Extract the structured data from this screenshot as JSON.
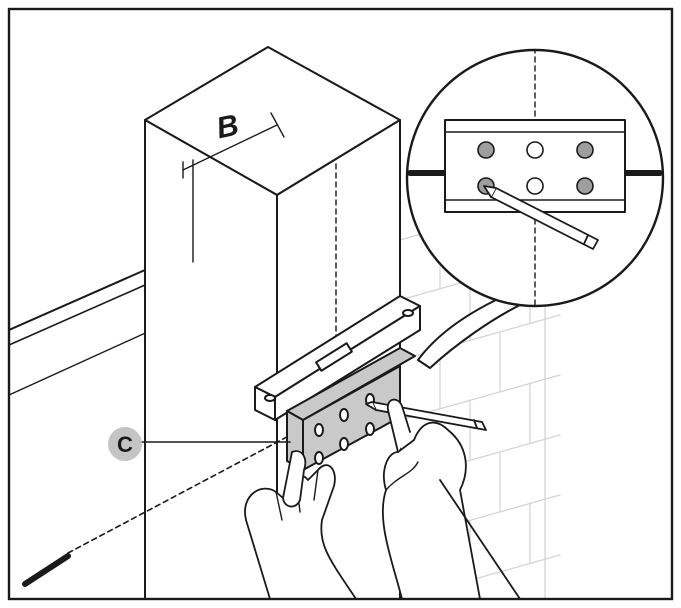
{
  "figure": {
    "labels": {
      "dimension": "B",
      "callout": "C"
    },
    "colors": {
      "stroke": "#1a1a1a",
      "bracket_fill": "#c9c9c9",
      "callout_fill": "#c4c4c4",
      "hole_filled": "#9e9e9e",
      "brick_line": "#d2d2d2",
      "background": "#ffffff"
    },
    "detail_inset": {
      "hole_rows": [
        [
          "filled",
          "empty",
          "filled"
        ],
        [
          "filled",
          "empty",
          "filled"
        ]
      ],
      "marked_hole": "bottom-left"
    },
    "icons": [
      "pencil-icon",
      "hand-icon",
      "spirit-level-icon"
    ]
  }
}
